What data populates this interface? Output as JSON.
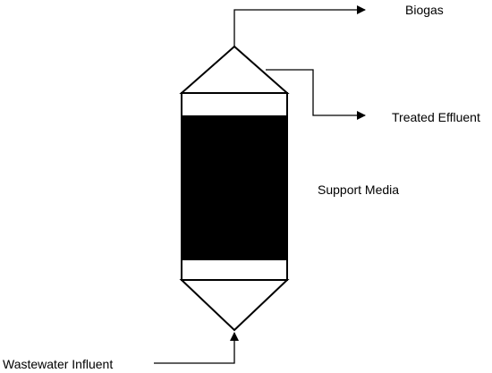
{
  "labels": {
    "biogas": "Biogas",
    "treated_effluent": "Treated Effluent",
    "support_media": "Support Media",
    "wastewater_influent": "Wastewater Influent"
  },
  "colors": {
    "line": "#000000",
    "media_fill": "#000000",
    "background": "#ffffff"
  }
}
